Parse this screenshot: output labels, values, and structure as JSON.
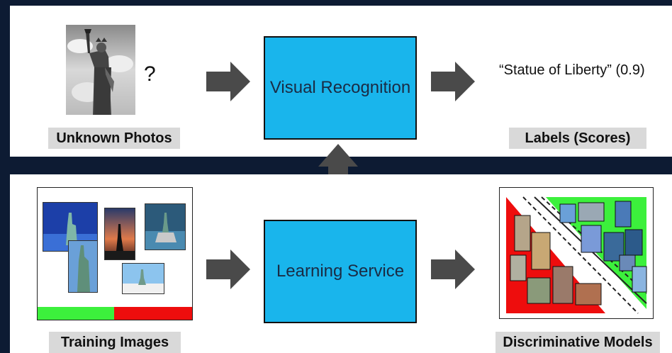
{
  "top": {
    "unknown_label": "Unknown Photos",
    "question_mark": "?",
    "recognition_label": "Visual Recognition",
    "output_text": "“Statue of Liberty” (0.9)",
    "labels_caption": "Labels (Scores)"
  },
  "bottom": {
    "training_label": "Training Images",
    "learning_label": "Learning Service",
    "models_label": "Discriminative Models"
  },
  "colors": {
    "background": "#0d1b33",
    "blue_box": "#19b5ec",
    "arrow": "#4a4a4a",
    "positive": "#3cf03c",
    "negative": "#ee0d0d"
  }
}
